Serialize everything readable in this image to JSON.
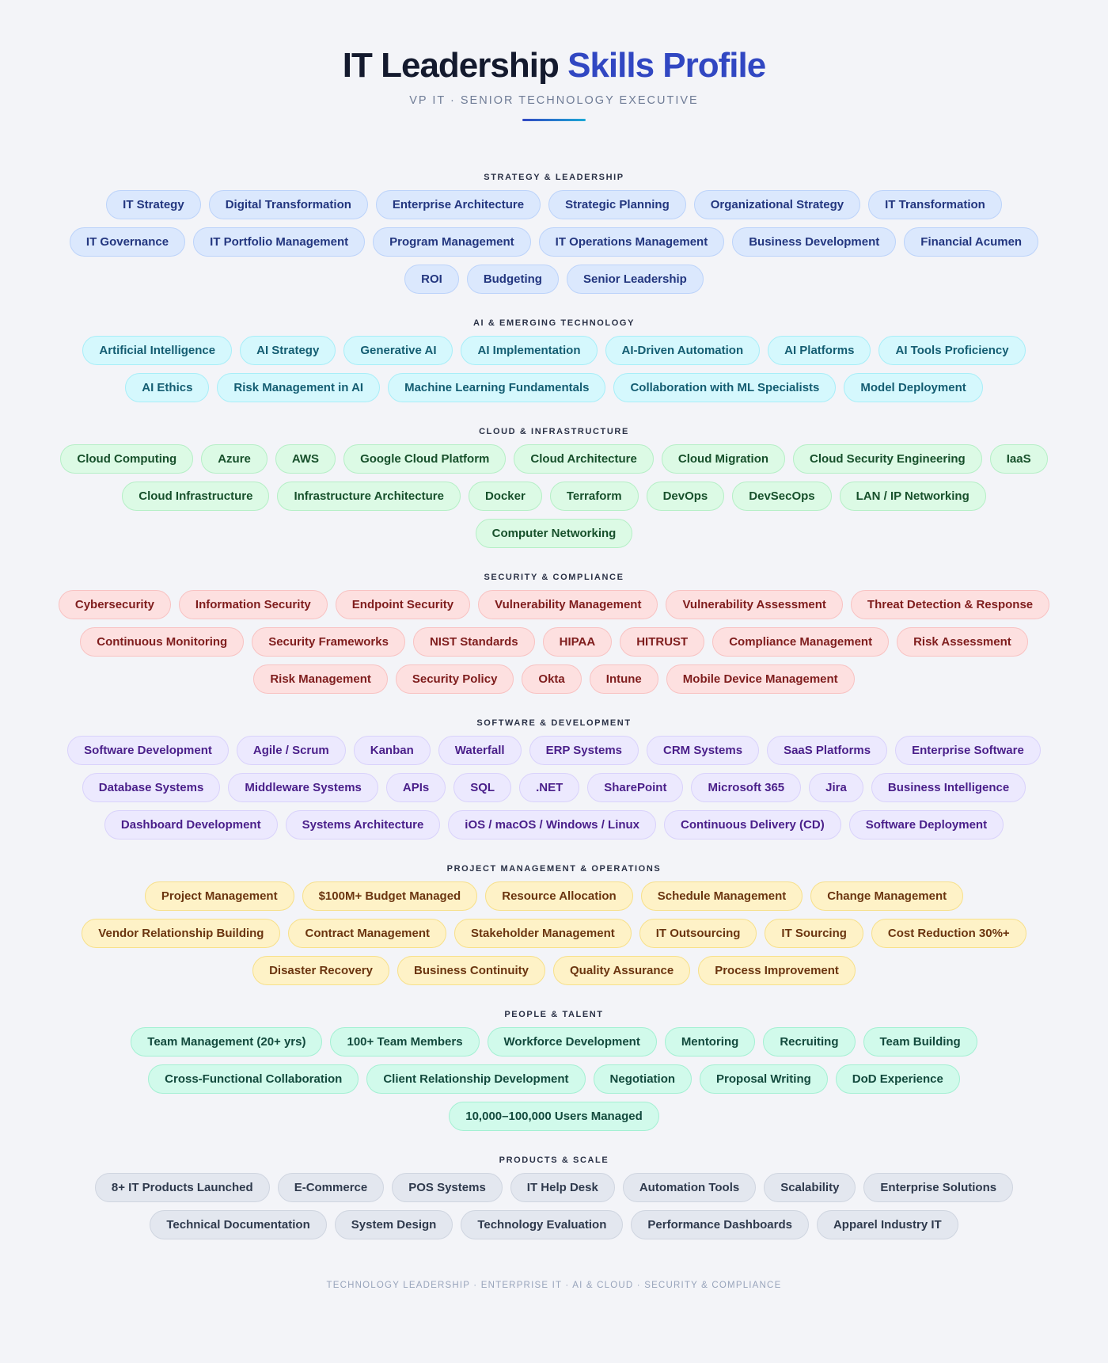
{
  "header": {
    "title_main": "IT Leadership",
    "title_accent": "Skills Profile",
    "subtitle": "VP IT · SENIOR TECHNOLOGY EXECUTIVE"
  },
  "colors": {
    "accent": "#3147c2",
    "background": "#f3f4f8"
  },
  "sections": [
    {
      "title": "STRATEGY & LEADERSHIP",
      "theme": "strategy",
      "tags": [
        "IT Strategy",
        "Digital Transformation",
        "Enterprise Architecture",
        "Strategic Planning",
        "Organizational Strategy",
        "IT Transformation",
        "IT Governance",
        "IT Portfolio Management",
        "Program Management",
        "IT Operations Management",
        "Business Development",
        "Financial Acumen",
        "ROI",
        "Budgeting",
        "Senior Leadership"
      ]
    },
    {
      "title": "AI & EMERGING TECHNOLOGY",
      "theme": "ai",
      "tags": [
        "Artificial Intelligence",
        "AI Strategy",
        "Generative AI",
        "AI Implementation",
        "AI-Driven Automation",
        "AI Platforms",
        "AI Tools Proficiency",
        "AI Ethics",
        "Risk Management in AI",
        "Machine Learning Fundamentals",
        "Collaboration with ML Specialists",
        "Model Deployment"
      ]
    },
    {
      "title": "CLOUD & INFRASTRUCTURE",
      "theme": "cloud",
      "tags": [
        "Cloud Computing",
        "Azure",
        "AWS",
        "Google Cloud Platform",
        "Cloud Architecture",
        "Cloud Migration",
        "Cloud Security Engineering",
        "IaaS",
        "Cloud Infrastructure",
        "Infrastructure Architecture",
        "Docker",
        "Terraform",
        "DevOps",
        "DevSecOps",
        "LAN / IP Networking",
        "Computer Networking"
      ]
    },
    {
      "title": "SECURITY & COMPLIANCE",
      "theme": "security",
      "tags": [
        "Cybersecurity",
        "Information Security",
        "Endpoint Security",
        "Vulnerability Management",
        "Vulnerability Assessment",
        "Threat Detection & Response",
        "Continuous Monitoring",
        "Security Frameworks",
        "NIST Standards",
        "HIPAA",
        "HITRUST",
        "Compliance Management",
        "Risk Assessment",
        "Risk Management",
        "Security Policy",
        "Okta",
        "Intune",
        "Mobile Device Management"
      ]
    },
    {
      "title": "SOFTWARE & DEVELOPMENT",
      "theme": "software",
      "tags": [
        "Software Development",
        "Agile / Scrum",
        "Kanban",
        "Waterfall",
        "ERP Systems",
        "CRM Systems",
        "SaaS Platforms",
        "Enterprise Software",
        "Database Systems",
        "Middleware Systems",
        "APIs",
        "SQL",
        ".NET",
        "SharePoint",
        "Microsoft 365",
        "Jira",
        "Business Intelligence",
        "Dashboard Development",
        "Systems Architecture",
        "iOS / macOS / Windows / Linux",
        "Continuous Delivery (CD)",
        "Software Deployment"
      ]
    },
    {
      "title": "PROJECT MANAGEMENT & OPERATIONS",
      "theme": "pm",
      "tags": [
        "Project Management",
        "$100M+ Budget Managed",
        "Resource Allocation",
        "Schedule Management",
        "Change Management",
        "Vendor Relationship Building",
        "Contract Management",
        "Stakeholder Management",
        "IT Outsourcing",
        "IT Sourcing",
        "Cost Reduction 30%+",
        "Disaster Recovery",
        "Business Continuity",
        "Quality Assurance",
        "Process Improvement"
      ]
    },
    {
      "title": "PEOPLE & TALENT",
      "theme": "people",
      "tags": [
        "Team Management (20+ yrs)",
        "100+ Team Members",
        "Workforce Development",
        "Mentoring",
        "Recruiting",
        "Team Building",
        "Cross-Functional Collaboration",
        "Client Relationship Development",
        "Negotiation",
        "Proposal Writing",
        "DoD Experience",
        "10,000–100,000 Users Managed"
      ]
    },
    {
      "title": "PRODUCTS & SCALE",
      "theme": "products",
      "tags": [
        "8+ IT Products Launched",
        "E-Commerce",
        "POS Systems",
        "IT Help Desk",
        "Automation Tools",
        "Scalability",
        "Enterprise Solutions",
        "Technical Documentation",
        "System Design",
        "Technology Evaluation",
        "Performance Dashboards",
        "Apparel Industry IT"
      ]
    }
  ],
  "footer": {
    "text": "TECHNOLOGY LEADERSHIP · ENTERPRISE IT · AI & CLOUD · SECURITY & COMPLIANCE"
  }
}
